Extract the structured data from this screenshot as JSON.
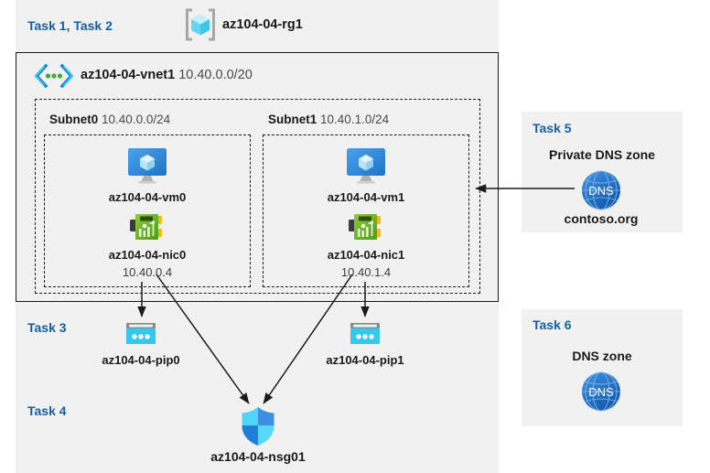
{
  "header": {
    "task_label": "Task 1, Task 2",
    "resource_group_name": "az104-04-rg1",
    "resource_group_icon": "resource-group-icon"
  },
  "vnet": {
    "name": "az104-04-vnet1",
    "cidr": "10.40.0.0/20",
    "icon": "virtual-network-icon"
  },
  "subnets": [
    {
      "name": "Subnet0",
      "cidr": "10.40.0.0/24",
      "vm": {
        "name": "az104-04-vm0",
        "icon": "virtual-machine-icon"
      },
      "nic": {
        "name": "az104-04-nic0",
        "ip": "10.40.0.4",
        "icon": "network-interface-icon"
      }
    },
    {
      "name": "Subnet1",
      "cidr": "10.40.1.0/24",
      "vm": {
        "name": "az104-04-vm1",
        "icon": "virtual-machine-icon"
      },
      "nic": {
        "name": "az104-04-nic1",
        "ip": "10.40.1.4",
        "icon": "network-interface-icon"
      }
    }
  ],
  "task3": {
    "task_label": "Task 3",
    "public_ips": [
      {
        "name": "az104-04-pip0",
        "icon": "public-ip-address-icon"
      },
      {
        "name": "az104-04-pip1",
        "icon": "public-ip-address-icon"
      }
    ]
  },
  "task4": {
    "task_label": "Task 4",
    "nsg": {
      "name": "az104-04-nsg01",
      "icon": "network-security-group-icon"
    }
  },
  "task5": {
    "task_label": "Task 5",
    "zone_title": "Private DNS zone",
    "zone_name": "contoso.org",
    "icon": "dns-zone-icon",
    "icon_text": "DNS"
  },
  "task6": {
    "task_label": "Task 6",
    "zone_title": "DNS zone",
    "icon": "dns-zone-icon",
    "icon_text": "DNS"
  },
  "colors": {
    "task_label": "#175e9e",
    "panel_bg": "#f1f1f1",
    "page_bg": "#ffffff",
    "border": "#1a1a1a",
    "azure_blue": "#0078d4",
    "cyan": "#32c8f0",
    "nic_green": "#5bb530",
    "dns_blue": "#2a7bd4"
  }
}
